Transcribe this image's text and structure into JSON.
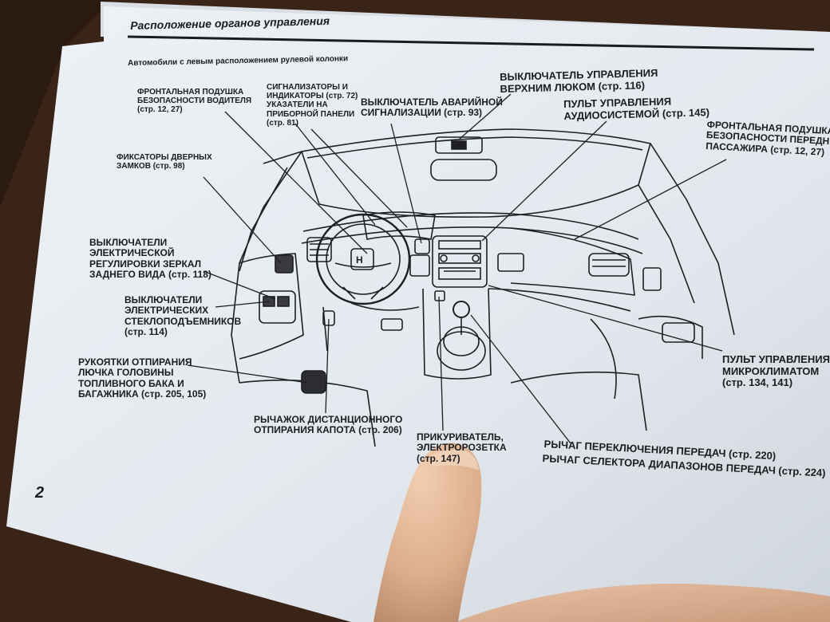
{
  "page": {
    "title": "Расположение органов управления",
    "subtitle": "Автомобили с левым расположением рулевой колонки",
    "page_number": "2"
  },
  "labels": {
    "driver_airbag": [
      "ФРОНТАЛЬНАЯ ПОДУШКА",
      "БЕЗОПАСНОСТИ ВОДИТЕЛЯ",
      "(стр. 12, 27)"
    ],
    "indicators": [
      "СИГНАЛИЗАТОРЫ И",
      "ИНДИКАТОРЫ (стр. 72)",
      "УКАЗАТЕЛИ НА",
      "ПРИБОРНОЙ ПАНЕЛИ",
      "(стр. 81)"
    ],
    "hazard": [
      "ВЫКЛЮЧАТЕЛЬ АВАРИЙНОЙ",
      "СИГНАЛИЗАЦИИ (стр. 93)"
    ],
    "sunroof": [
      "ВЫКЛЮЧАТЕЛЬ УПРАВЛЕНИЯ",
      "ВЕРХНИМ ЛЮКОМ (стр. 116)"
    ],
    "audio": [
      "ПУЛЬТ УПРАВЛЕНИЯ",
      "АУДИОСИСТЕМОЙ (стр. 145)"
    ],
    "passenger_airbag": [
      "ФРОНТАЛЬНАЯ ПОДУШКА",
      "БЕЗОПАСНОСТИ ПЕРЕДНЕГО",
      "ПАССАЖИРА (стр. 12, 27)"
    ],
    "door_locks": [
      "ФИКСАТОРЫ ДВЕРНЫХ",
      "ЗАМКОВ (стр. 98)"
    ],
    "mirrors": [
      "ВЫКЛЮЧАТЕЛИ",
      "ЭЛЕКТРИЧЕСКОЙ",
      "РЕГУЛИРОВКИ ЗЕРКАЛ",
      "ЗАДНЕГО ВИДА (стр. 118)"
    ],
    "windows": [
      "ВЫКЛЮЧАТЕЛИ",
      "ЭЛЕКТРИЧЕСКИХ",
      "СТЕКЛОПОДЪЕМНИКОВ",
      "(стр. 114)"
    ],
    "fuel_trunk": [
      "РУКОЯТКИ ОТПИРАНИЯ",
      "ЛЮЧКА ГОЛОВИНЫ",
      "ТОПЛИВНОГО БАКА И",
      "БАГАЖНИКА (стр. 205, 105)"
    ],
    "hood": [
      "РЫЧАЖОК ДИСТАНЦИОННОГО",
      "ОТПИРАНИЯ КАПОТА (стр. 206)"
    ],
    "lighter": [
      "ПРИКУРИВАТЕЛЬ,",
      "ЭЛЕКТРОРОЗЕТКА",
      "(стр. 147)"
    ],
    "climate": [
      "ПУЛЬТ УПРАВЛЕНИЯ",
      "МИКРОКЛИМАТОМ",
      "(стр. 134, 141)"
    ],
    "gear_1": "РЫЧАГ ПЕРЕКЛЮЧЕНИЯ ПЕРЕДАЧ (стр. 220)",
    "gear_2": "РЫЧАГ СЕЛЕКТОРА ДИАПАЗОНОВ ПЕРЕДАЧ (стр. 224)"
  },
  "colors": {
    "paper": "#e6ebf0",
    "ink": "#1b1c1e",
    "background": "#3a2418",
    "skin": "#e0b89c"
  }
}
